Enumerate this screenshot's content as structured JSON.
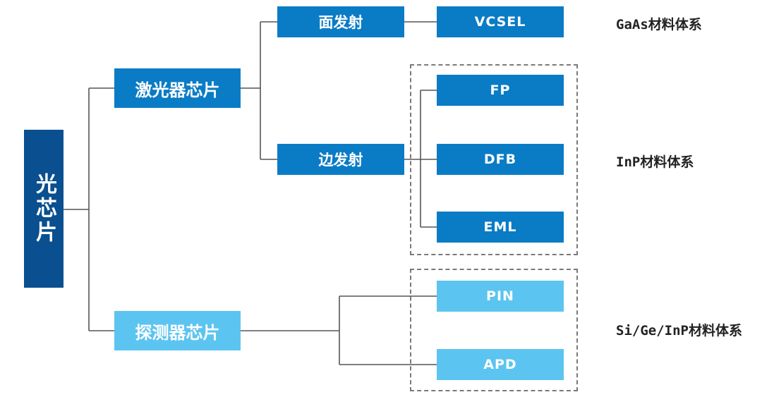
{
  "root": {
    "label": "光芯片"
  },
  "laser": {
    "label": "激光器芯片",
    "surface": {
      "label": "面发射",
      "leaf": "VCSEL"
    },
    "edge": {
      "label": "边发射",
      "leaves": [
        "FP",
        "DFB",
        "EML"
      ]
    }
  },
  "detector": {
    "label": "探测器芯片",
    "leaves": [
      "PIN",
      "APD"
    ]
  },
  "systems": {
    "gaas": "GaAs材料体系",
    "inp": "InP材料体系",
    "sigeinp": "Si/Ge/InP材料体系"
  },
  "colors": {
    "root": "#0a4f8f",
    "primary": "#0a7cc6",
    "light": "#5cc4f0",
    "line": "#555555",
    "dash": "#7a7a7a"
  }
}
